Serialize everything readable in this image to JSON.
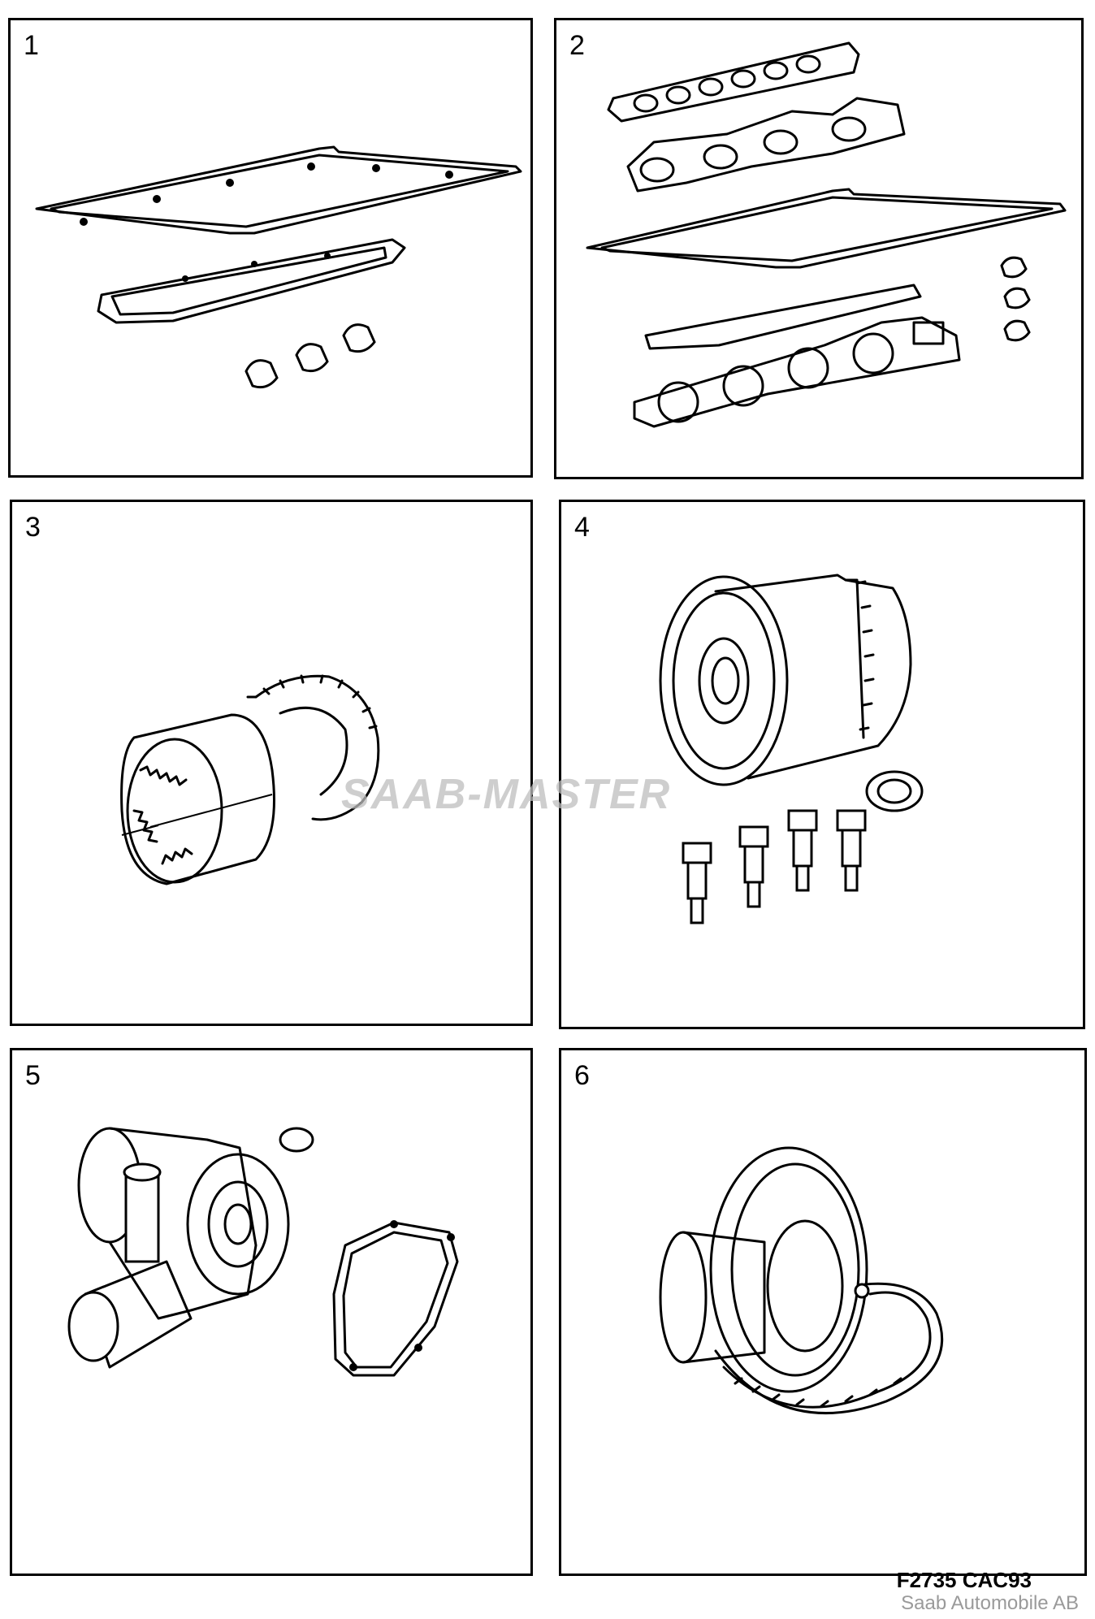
{
  "panels": [
    {
      "number": "1",
      "content": "valve-cover-gasket-set"
    },
    {
      "number": "2",
      "content": "cylinder-head-gasket-set"
    },
    {
      "number": "3",
      "content": "timing-gears"
    },
    {
      "number": "4",
      "content": "oil-filter-and-spark-plugs"
    },
    {
      "number": "5",
      "content": "water-pump-with-gasket"
    },
    {
      "number": "6",
      "content": "thermostat-with-seal"
    }
  ],
  "watermark": "SAAB-MASTER",
  "figure_code": "F2735 CAC93",
  "credit": "Saab Automobile AB"
}
